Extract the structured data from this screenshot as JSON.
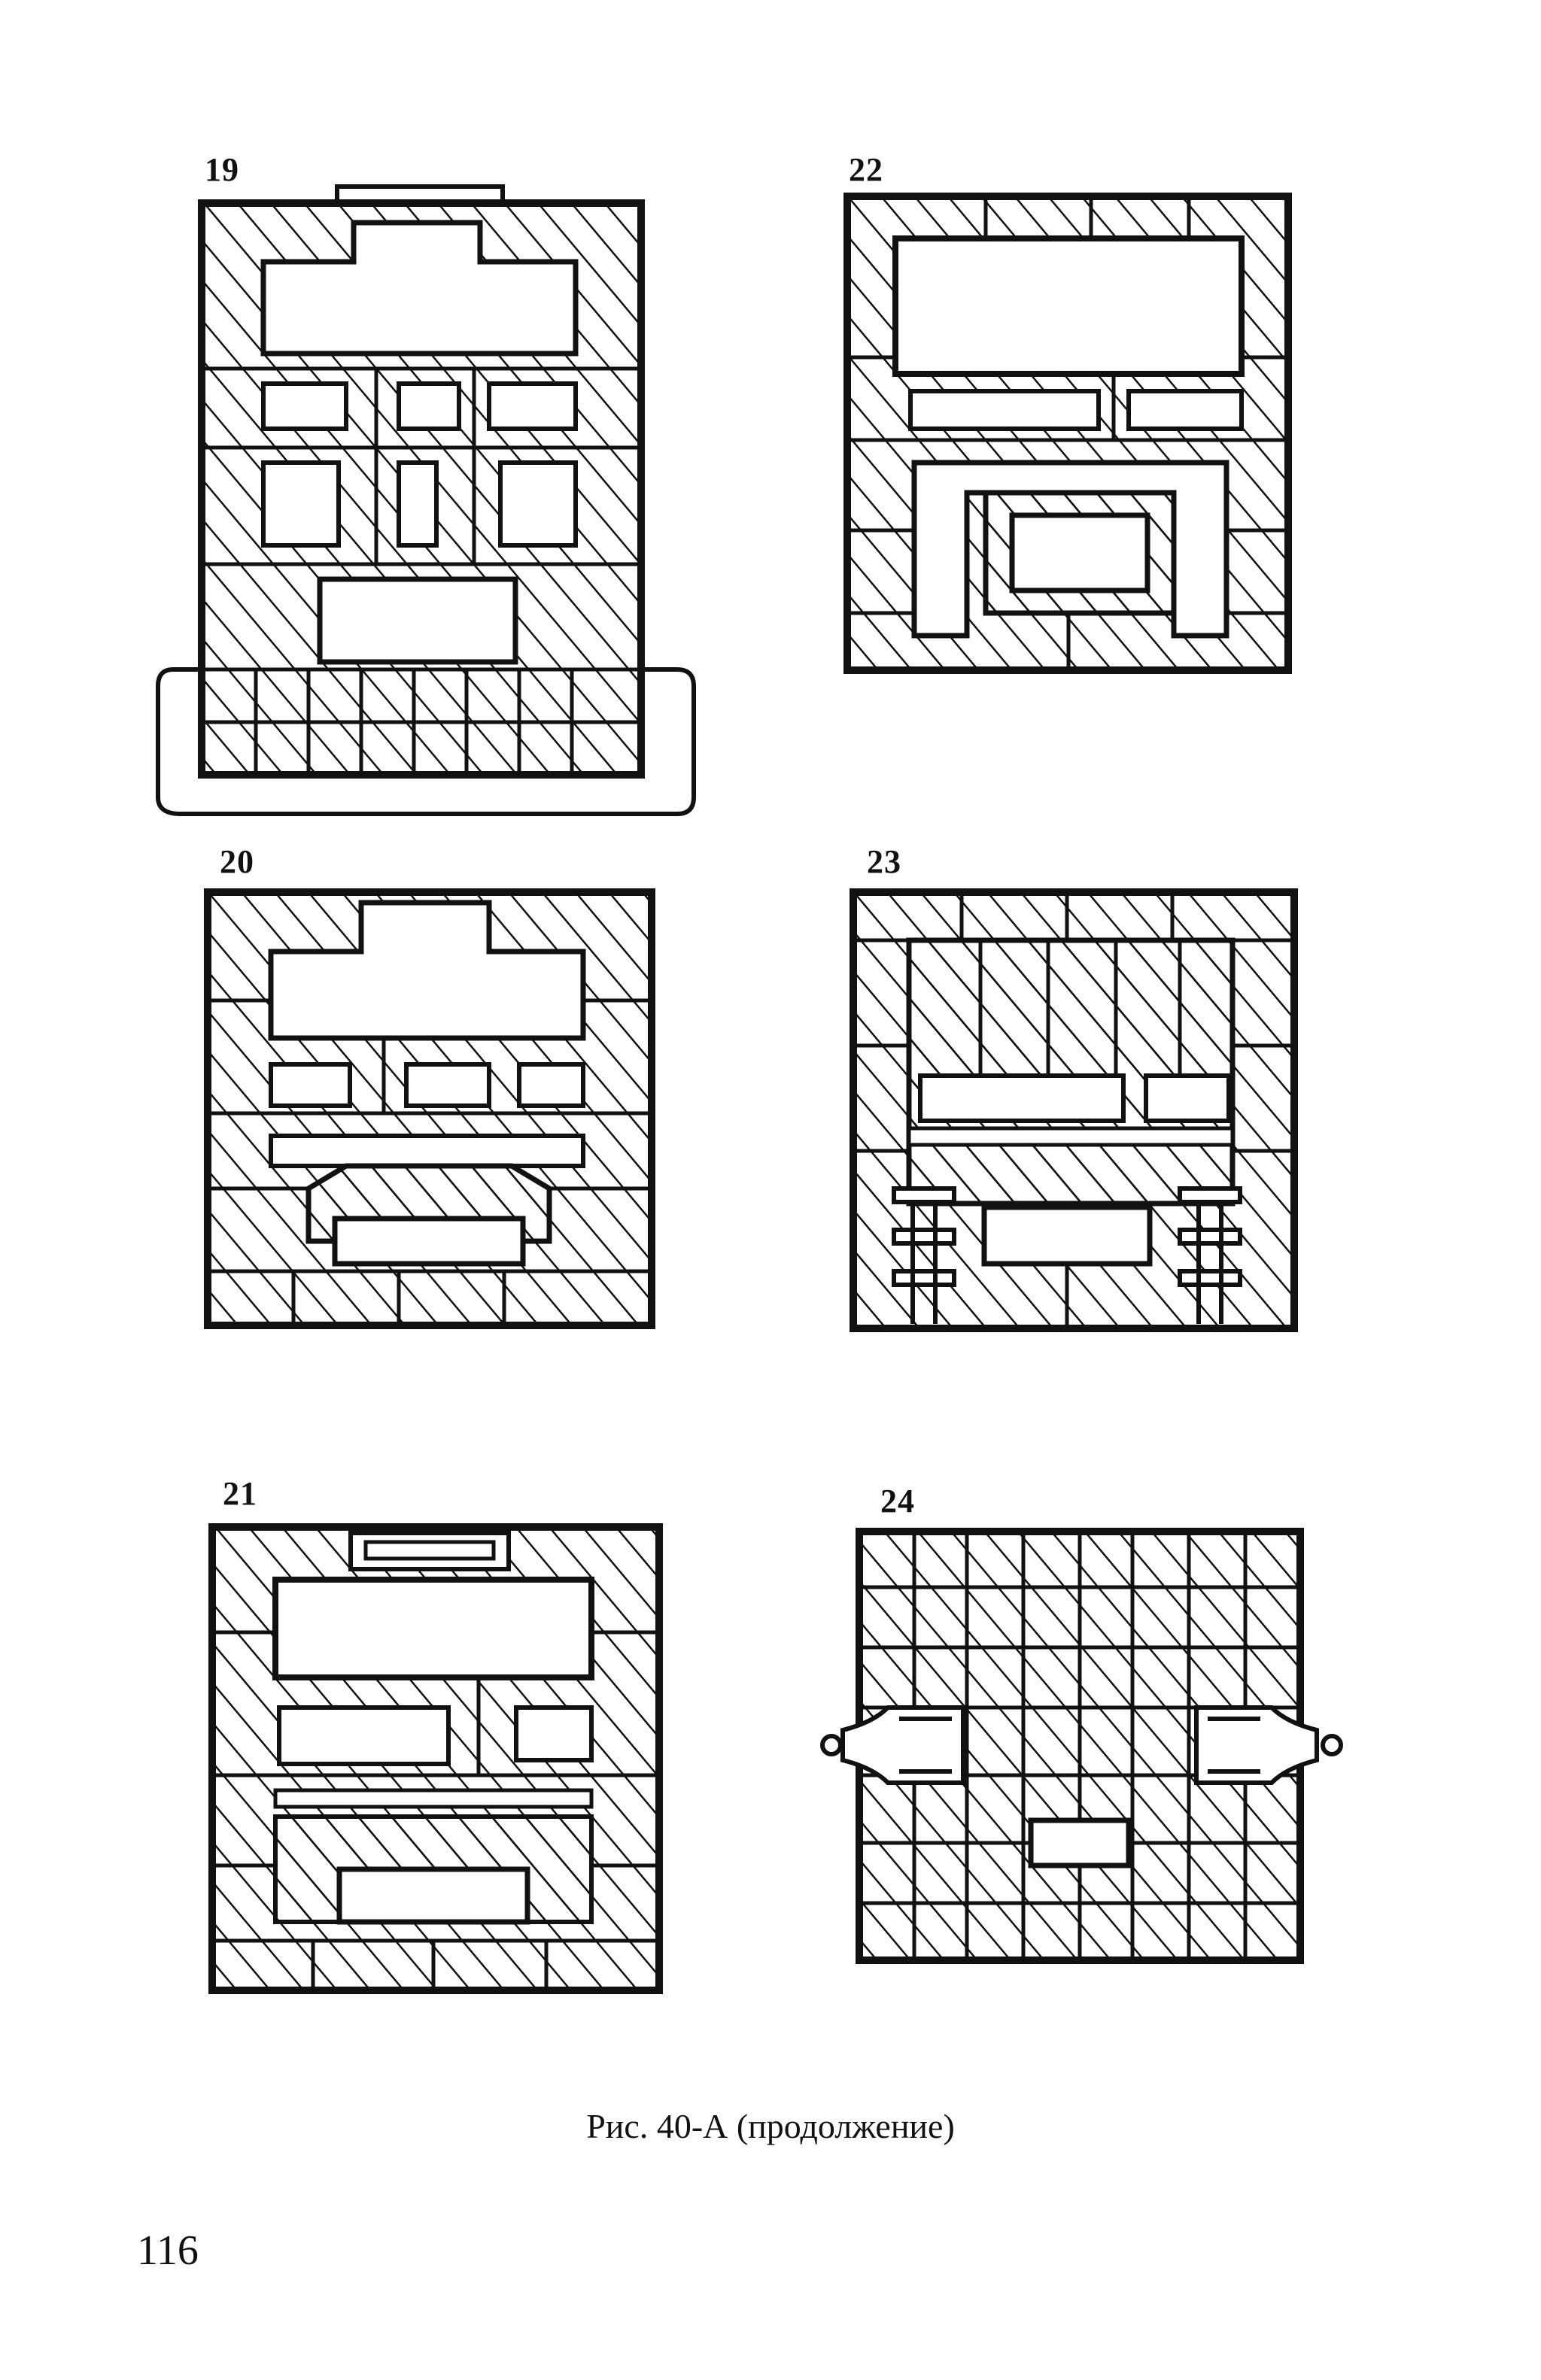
{
  "figures": [
    {
      "number": "19"
    },
    {
      "number": "22"
    },
    {
      "number": "20"
    },
    {
      "number": "23"
    },
    {
      "number": "21"
    },
    {
      "number": "24"
    }
  ],
  "caption": "Рис. 40-А (продолжение)",
  "page_number": "116",
  "colors": {
    "ink": "#111111",
    "paper": "#ffffff"
  }
}
